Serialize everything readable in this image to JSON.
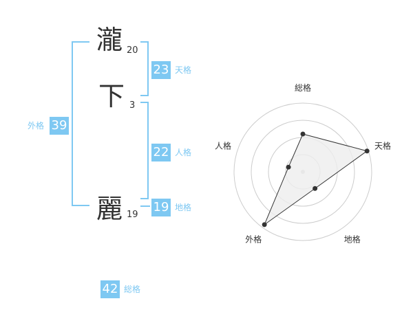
{
  "name": {
    "chars": [
      {
        "char": "瀧",
        "strokes": "20"
      },
      {
        "char": "下",
        "strokes": "3"
      },
      {
        "char": "麗",
        "strokes": "19"
      }
    ]
  },
  "fortune": {
    "tenkaku": {
      "value": "23",
      "label": "天格"
    },
    "jinkaku": {
      "value": "22",
      "label": "人格"
    },
    "chikaku": {
      "value": "19",
      "label": "地格"
    },
    "gaikaku": {
      "value": "39",
      "label": "外格"
    },
    "soukaku": {
      "value": "42",
      "label": "総格"
    }
  },
  "chart_data": {
    "type": "radar",
    "axes": [
      "総格",
      "天格",
      "地格",
      "外格",
      "人格"
    ],
    "values": [
      0.55,
      0.98,
      0.3,
      0.95,
      0.22
    ],
    "rings": 4,
    "colors": {
      "fill": "#eeeeee",
      "stroke": "#333333",
      "grid": "#cccccc",
      "center": "#cccccc"
    }
  },
  "colors": {
    "accent": "#7ec8f2",
    "text": "#333333"
  }
}
